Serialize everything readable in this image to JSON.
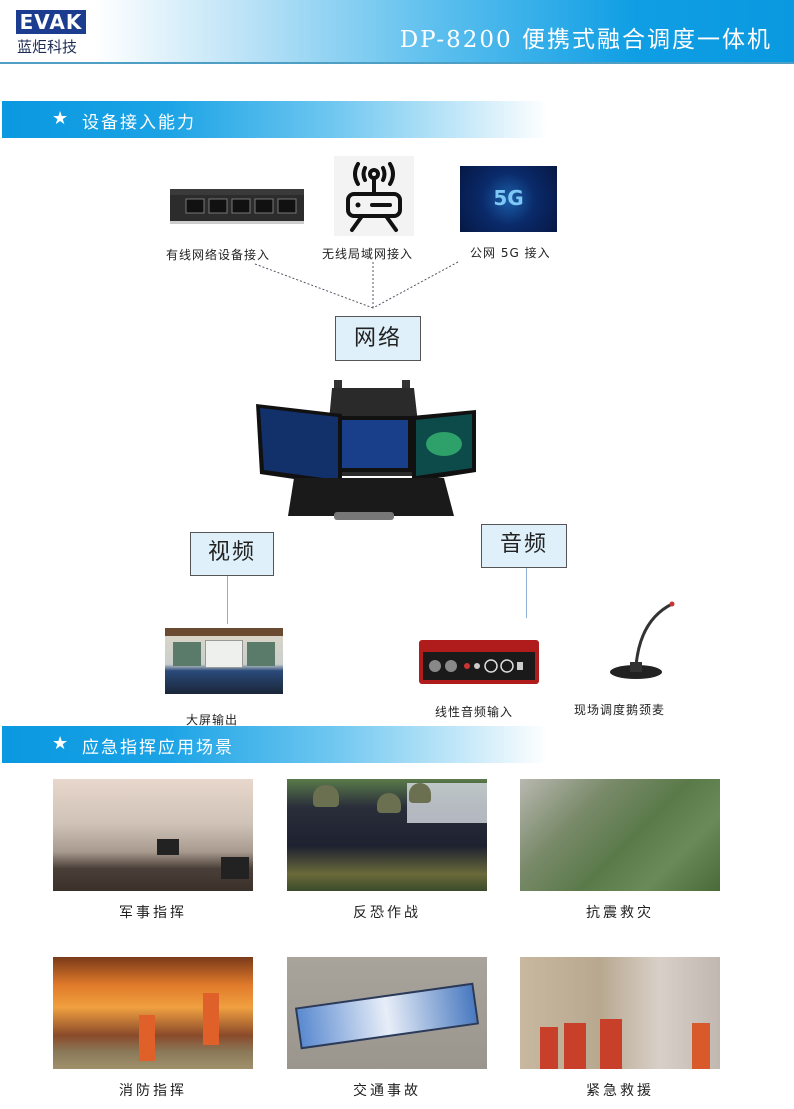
{
  "header": {
    "logo_text": "EVAK",
    "logo_cn": "蓝炬科技",
    "title": "DP-8200 便携式融合调度一体机",
    "colors": {
      "gradient_end": "#0a99e0",
      "logo_bg": "#1c3d8f"
    }
  },
  "section1": {
    "icon": "star-icon",
    "title": "设备接入能力",
    "access": [
      {
        "label": "有线网络设备接入",
        "icon": "ethernet-switch"
      },
      {
        "label": "无线局域网接入",
        "icon": "wifi-router"
      },
      {
        "label": "公网 5G 接入",
        "icon": "5g-globe",
        "badge": "5G"
      }
    ],
    "network_box": "网络",
    "device": "portable-tri-screen-case",
    "video_box": "视频",
    "audio_box": "音频",
    "outputs": [
      {
        "label": "大屏输出",
        "icon": "control-room"
      },
      {
        "label": "线性音频输入",
        "icon": "audio-interface"
      },
      {
        "label": "现场调度鹅颈麦",
        "icon": "gooseneck-mic"
      }
    ]
  },
  "section2": {
    "icon": "star-icon",
    "title": "应急指挥应用场景",
    "scenes": [
      {
        "label": "军事指挥",
        "image": "military-vehicles"
      },
      {
        "label": "反恐作战",
        "image": "swat-team"
      },
      {
        "label": "抗震救灾",
        "image": "earthquake-rescue"
      },
      {
        "label": "消防指挥",
        "image": "forest-firefighting"
      },
      {
        "label": "交通事故",
        "image": "bus-crash"
      },
      {
        "label": "紧急救援",
        "image": "rescue-workers"
      }
    ]
  }
}
